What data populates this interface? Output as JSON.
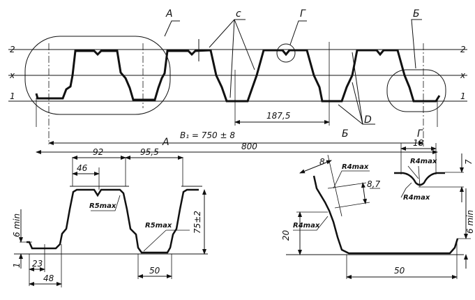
{
  "top_view": {
    "line_labels": {
      "line2_left": "2",
      "line2_right": "2",
      "linex_left": "x",
      "linex_right": "x",
      "line1_left": "1",
      "line1_right": "1"
    },
    "callouts": {
      "a": "А",
      "b": "Б",
      "g": "Г",
      "c": "c",
      "d": "D"
    },
    "dimensions": {
      "pitch": "187,5",
      "b1": "B₁ = 750 ± 8",
      "total": "800"
    }
  },
  "detail_a": {
    "title": "А",
    "dims": {
      "top_width": "92",
      "half_top": "46",
      "gap": "95,5",
      "height": "75±2",
      "bottom": "50",
      "lip_min": "6 min",
      "thickness": "1",
      "w23": "23",
      "w48": "48",
      "r5_top": "R5max",
      "r5_bottom": "R5max"
    }
  },
  "detail_b": {
    "title": "Б",
    "dims": {
      "w8": "8",
      "r4_top": "R4max",
      "d87": "8,7",
      "r4_side": "R4max",
      "h20": "20",
      "bottom": "50",
      "lip_min": "6 min"
    }
  },
  "detail_g": {
    "title": "Г",
    "dims": {
      "w18": "18",
      "r4_top": "R4max",
      "h7": "7",
      "r4_bottom": "R4max"
    }
  },
  "colors": {
    "ink": "#111111",
    "background": "#ffffff"
  }
}
